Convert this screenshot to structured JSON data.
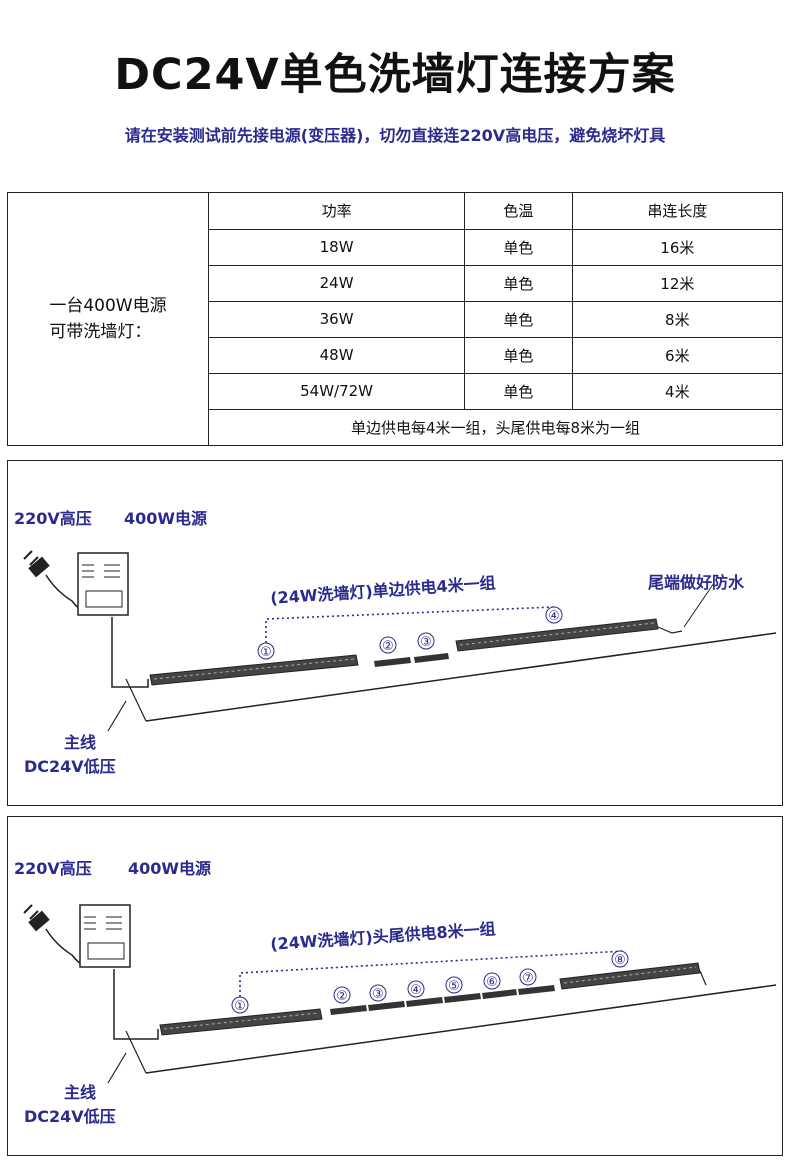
{
  "title": "DC24V单色洗墙灯连接方案",
  "subtitle": "请在安装测试前先接电源(变压器)，切勿直接连220V高电压，避免烧坏灯具",
  "spec_table": {
    "row_label_line1": "一台400W电源",
    "row_label_line2": "可带洗墙灯：",
    "headers": [
      "功率",
      "色温",
      "串连长度"
    ],
    "rows": [
      [
        "18W",
        "单色",
        "16米"
      ],
      [
        "24W",
        "单色",
        "12米"
      ],
      [
        "36W",
        "单色",
        "8米"
      ],
      [
        "48W",
        "单色",
        "6米"
      ],
      [
        "54W/72W",
        "单色",
        "4米"
      ]
    ],
    "footer_note": "单边供电每4米一组，头尾供电每8米为一组"
  },
  "diagram1": {
    "high_voltage_label": "220V高压",
    "power_supply_label": "400W电源",
    "group_label": "(24W洗墙灯)单边供电4米一组",
    "waterproof_label": "尾端做好防水",
    "main_line_label_1": "主线",
    "main_line_label_2": "DC24V低压",
    "markers": [
      "①",
      "②",
      "③",
      "④"
    ]
  },
  "diagram2": {
    "high_voltage_label": "220V高压",
    "power_supply_label": "400W电源",
    "group_label": "(24W洗墙灯)头尾供电8米一组",
    "main_line_label_1": "主线",
    "main_line_label_2": "DC24V低压",
    "markers": [
      "①",
      "②",
      "③",
      "④",
      "⑤",
      "⑥",
      "⑦",
      "⑧"
    ]
  },
  "colors": {
    "accent": "#2a2b8c",
    "line": "#222222"
  }
}
